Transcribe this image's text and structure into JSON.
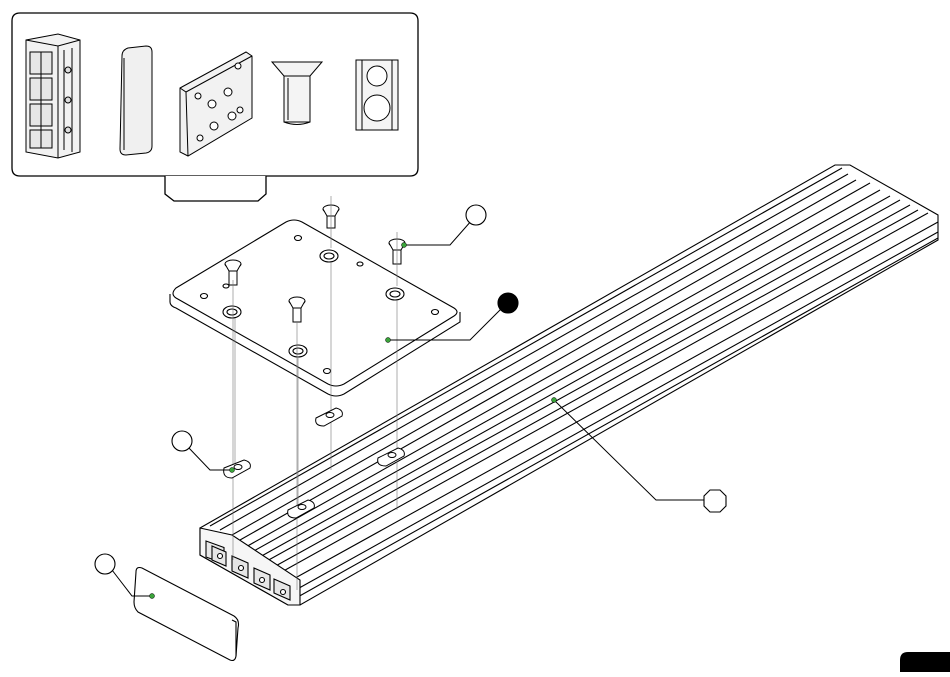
{
  "diagram": {
    "kind": "exploded-assembly-drawing",
    "parts_legend": [
      {
        "id": "profile",
        "icon": "aluminum-profile-icon"
      },
      {
        "id": "end-cap",
        "icon": "end-cap-icon"
      },
      {
        "id": "mounting-plate",
        "icon": "mounting-plate-icon"
      },
      {
        "id": "countersunk-screw",
        "icon": "countersunk-screw-icon"
      },
      {
        "id": "slot-nut",
        "icon": "slot-nut-icon"
      }
    ],
    "callouts": [
      {
        "id": "screw",
        "label": "",
        "marker": "circle",
        "filled": false
      },
      {
        "id": "plate",
        "label": "",
        "marker": "circle",
        "filled": true
      },
      {
        "id": "slot-nut",
        "label": "",
        "marker": "circle",
        "filled": false
      },
      {
        "id": "profile",
        "label": "",
        "marker": "octagon",
        "filled": false
      },
      {
        "id": "end-cap",
        "label": "",
        "marker": "circle",
        "filled": false
      }
    ],
    "colors": {
      "line": "#000000",
      "leader_dot": "#3aa33a",
      "fill_filled": "#000000"
    }
  }
}
